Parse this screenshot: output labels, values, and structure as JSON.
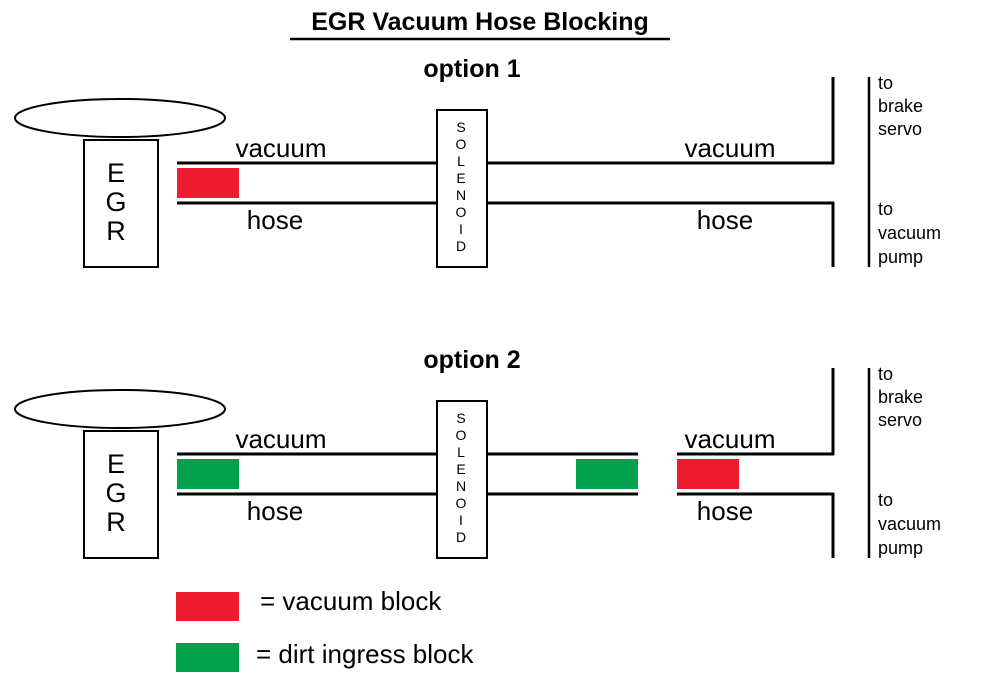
{
  "title": "EGR Vacuum Hose Blocking",
  "colors": {
    "vacuum_block": "#ec1c2e",
    "dirt_block": "#00a14b",
    "line": "#000000"
  },
  "options": [
    {
      "label": "option 1",
      "egr_letters": [
        "E",
        "G",
        "R"
      ],
      "solenoid_letters": [
        "S",
        "O",
        "L",
        "E",
        "N",
        "O",
        "I",
        "D"
      ],
      "left_top_label": "vacuum",
      "left_bottom_label": "hose",
      "right_top_label": "vacuum",
      "right_bottom_label": "hose",
      "brake_lines": [
        "to",
        "brake",
        "servo"
      ],
      "pump_lines": [
        "to",
        "vacuum",
        "pump"
      ],
      "blocks": [
        "vacuum_block"
      ]
    },
    {
      "label": "option 2",
      "egr_letters": [
        "E",
        "G",
        "R"
      ],
      "solenoid_letters": [
        "S",
        "O",
        "L",
        "E",
        "N",
        "O",
        "I",
        "D"
      ],
      "left_top_label": "vacuum",
      "left_bottom_label": "hose",
      "right_top_label": "vacuum",
      "right_bottom_label": "hose",
      "brake_lines": [
        "to",
        "brake",
        "servo"
      ],
      "pump_lines": [
        "to",
        "vacuum",
        "pump"
      ],
      "blocks": [
        "dirt_block",
        "dirt_block",
        "vacuum_block"
      ]
    }
  ],
  "legend": [
    {
      "color_key": "vacuum_block",
      "text": "= vacuum block"
    },
    {
      "color_key": "dirt_block",
      "text": "= dirt ingress block"
    }
  ]
}
